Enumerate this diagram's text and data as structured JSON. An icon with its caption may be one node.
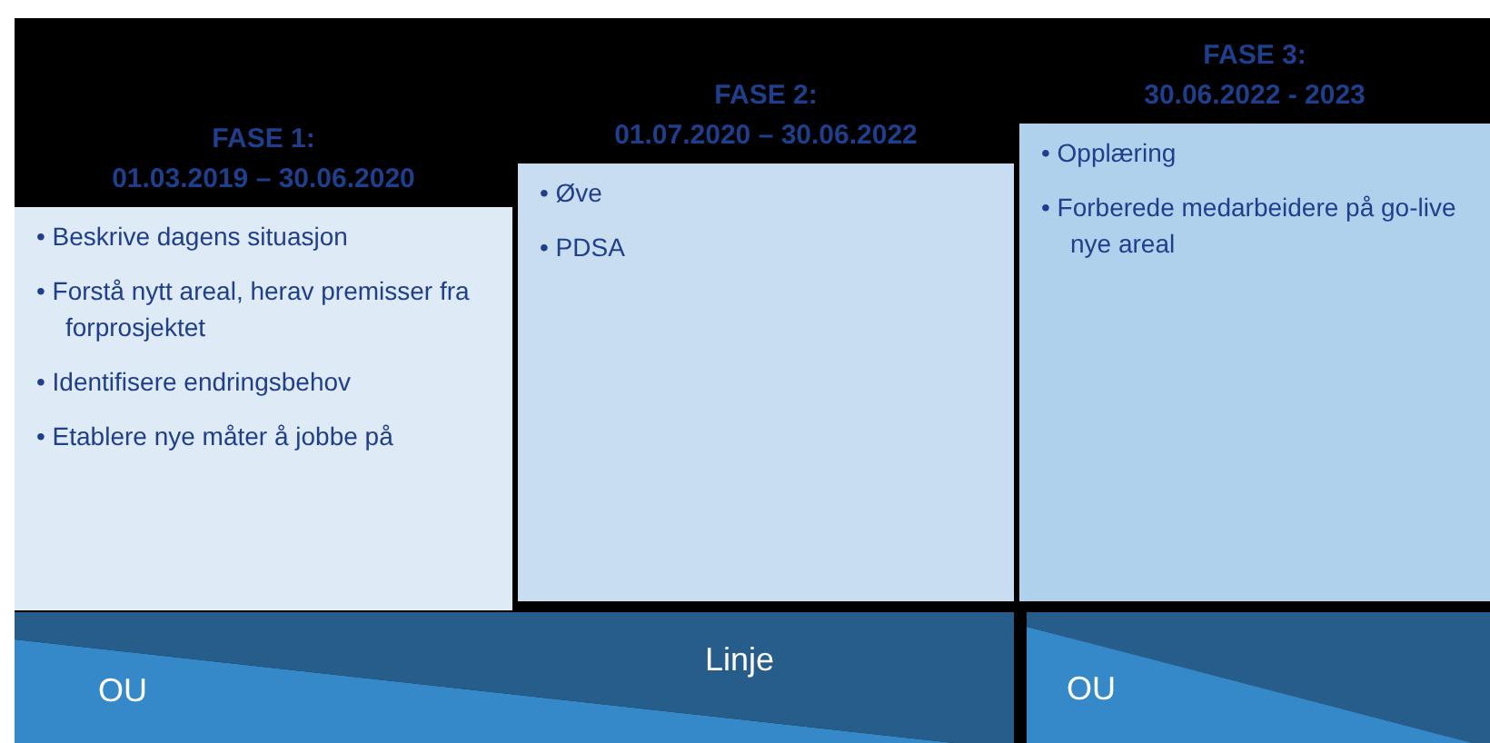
{
  "diagram": {
    "nodes": [
      {
        "text": [
          "FASE 1: 01.03.2019 – 30.06.2020",
          "• Beskrive dagens situasjon",
          "• Forstå nytt areal, herav premisser fra forprosjektet",
          "• Identifisere endringsbehov",
          "• Etablere nye måter å jobbe på"
        ]
      },
      {
        "text": [
          "FASE 2: 01.07.2020 – 30.06.2022",
          "• Øve",
          "• PDSA"
        ]
      },
      {
        "text": [
          "FASE 3: 30.06.2022 - 2023",
          "• Opplæring",
          "• Forberede medarbeidere på go-live nye areal"
        ]
      },
      {
        "text": [
          "Linje"
        ]
      },
      {
        "text": [
          "OU"
        ],
        "in": 3
      },
      {
        "text": [
          "OU"
        ]
      }
    ],
    "edges": []
  }
}
